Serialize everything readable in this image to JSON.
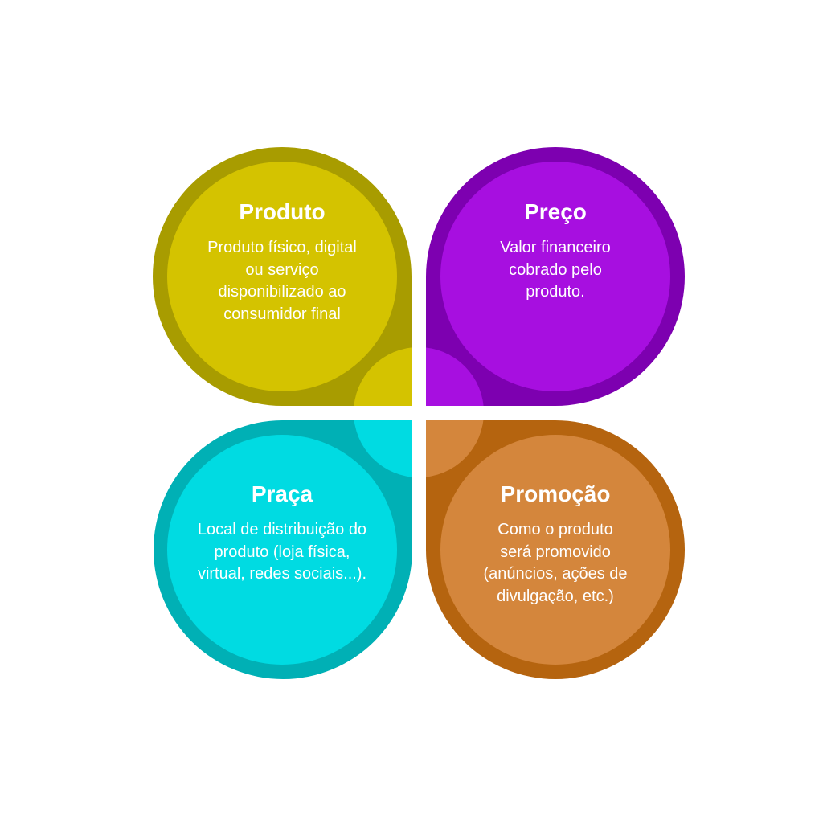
{
  "petals": [
    {
      "title": "Produto",
      "description": "Produto físico, digital ou serviço disponibilizado ao consumidor final",
      "outer_color": "#a89c00",
      "inner_color": "#d4c300"
    },
    {
      "title": "Preço",
      "description": "Valor financeiro cobrado pelo produto.",
      "outer_color": "#7d00b0",
      "inner_color": "#a70fe0"
    },
    {
      "title": "Praça",
      "description": "Local de distribuição do produto (loja física, virtual, redes sociais...).",
      "outer_color": "#00b0b5",
      "inner_color": "#00dbe2"
    },
    {
      "title": "Promoção",
      "description": "Como o produto será promovido (anúncios, ações de divulgação, etc.)",
      "outer_color": "#b5640f",
      "inner_color": "#d4863c"
    }
  ]
}
